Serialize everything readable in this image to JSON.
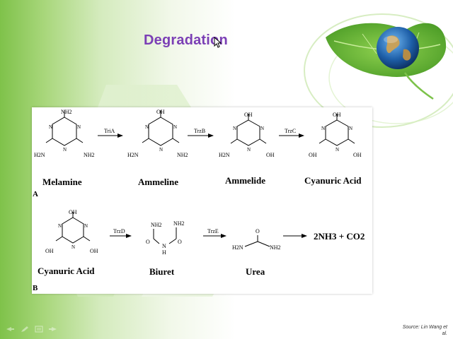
{
  "slide": {
    "title": "Degradation",
    "source": "Source: Lin Wang et al."
  },
  "figure": {
    "panel_a": {
      "label": "A",
      "compounds": [
        {
          "name": "Melamine",
          "groups": [
            "NH2",
            "H2N",
            "NH2"
          ],
          "ring_n": [
            "N",
            "N",
            "N"
          ]
        },
        {
          "name": "Ammeline",
          "groups": [
            "OH",
            "H2N",
            "NH2"
          ],
          "ring_n": [
            "N",
            "N",
            "N"
          ]
        },
        {
          "name": "Ammelide",
          "groups": [
            "OH",
            "H2N",
            "OH"
          ],
          "ring_n": [
            "N",
            "N",
            "N"
          ]
        },
        {
          "name": "Cyanuric Acid",
          "groups": [
            "OH",
            "OH",
            "OH"
          ],
          "ring_n": [
            "N",
            "N",
            "N"
          ]
        }
      ],
      "enzymes": [
        "TriA",
        "TrzB",
        "TrzC"
      ]
    },
    "panel_b": {
      "label": "B",
      "compounds": [
        {
          "name": "Cyanuric Acid",
          "groups": [
            "OH",
            "OH",
            "OH"
          ],
          "ring_n": [
            "N",
            "N",
            "N"
          ]
        },
        {
          "name": "Biuret",
          "atoms": [
            "NH2",
            "NH2",
            "O",
            "O",
            "N",
            "H"
          ]
        },
        {
          "name": "Urea",
          "atoms": [
            "O",
            "H2N",
            "NH2"
          ]
        }
      ],
      "enzymes": [
        "TrzD",
        "TrzE"
      ],
      "product": "2NH3 + CO2"
    }
  },
  "icons": {
    "leaf": "leaf-globe-icon",
    "cursor": "mouse-cursor-icon",
    "nav": [
      "prev-arrow-icon",
      "pen-icon",
      "menu-icon",
      "next-arrow-icon"
    ]
  },
  "colors": {
    "title": "#7b3fb5",
    "leaf": "#5aae2e",
    "background": "#7fc24a"
  }
}
